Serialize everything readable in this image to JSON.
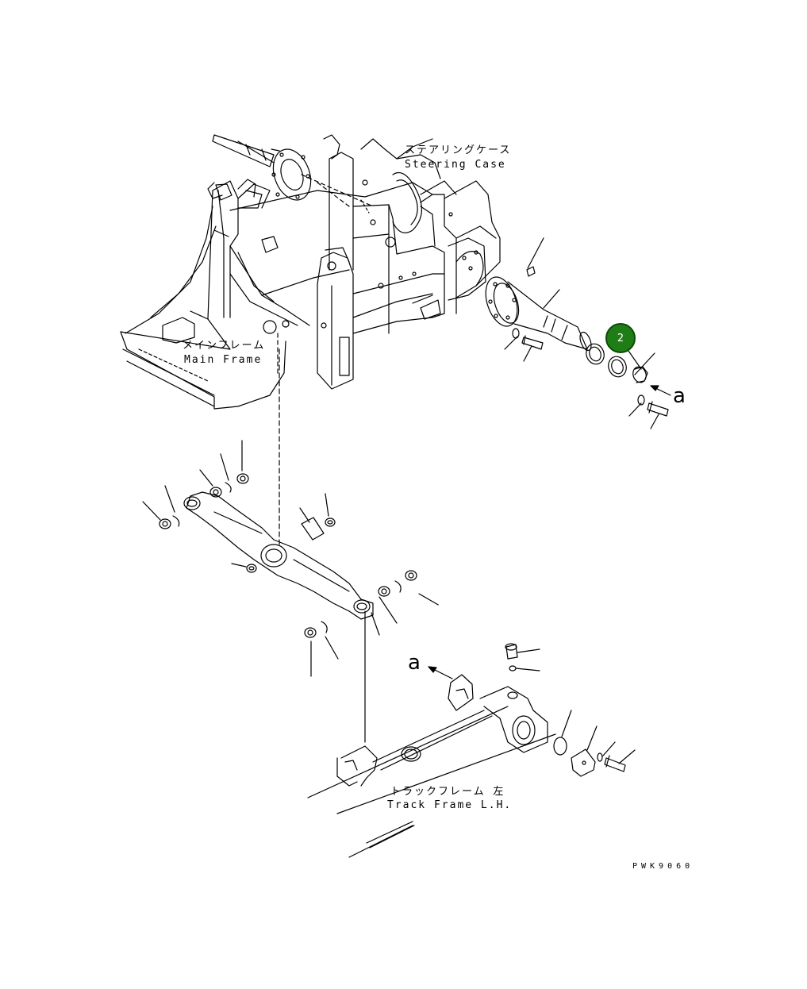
{
  "labels": {
    "steering_case_jp": "ステアリングケース",
    "steering_case_en": "Steering Case",
    "main_frame_jp": "メインフレーム",
    "main_frame_en": "Main Frame",
    "track_frame_jp": "トラックフレーム 左",
    "track_frame_en": "Track Frame L.H.",
    "arrow_a_upper": "a",
    "arrow_a_lower": "a",
    "drawing_code": "PWK9060"
  },
  "callout": {
    "number": "2",
    "color": "#1f7d16"
  }
}
